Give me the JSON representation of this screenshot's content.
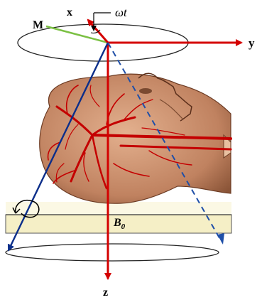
{
  "labels": {
    "m": "M",
    "x": "x",
    "y": "y",
    "z": "z",
    "omega_t": "ωt",
    "b0": "B",
    "b0_sub": "0"
  },
  "icons": {
    "head": "anatomical-head-vasculature-illustration"
  },
  "colors": {
    "axis": "#d40000",
    "magnetization_vector": "#0b2e8a",
    "precession_path": "#1f4fa8",
    "m_projection": "#7bc043",
    "table_fill": "#f5efc6",
    "skin": "#c8906e",
    "vessels": "#c40000",
    "ellipse": "#222222"
  }
}
